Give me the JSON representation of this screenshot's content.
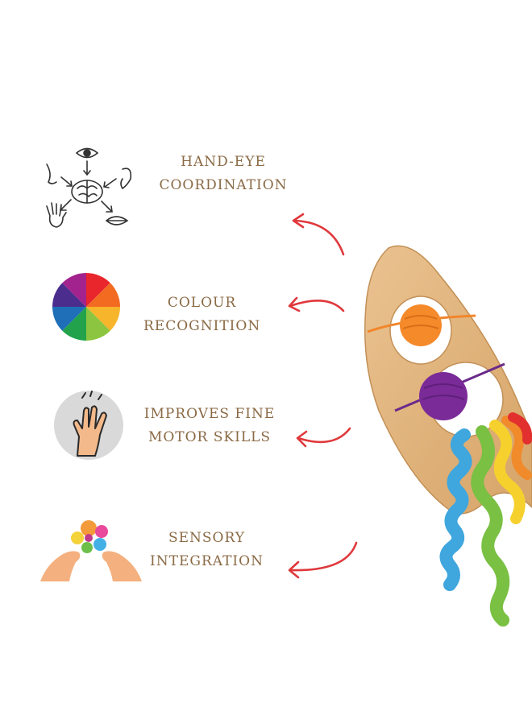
{
  "features": [
    {
      "id": "hand-eye",
      "line1": "HAND-EYE",
      "line2": "COORDINATION",
      "icon": "senses-brain-icon"
    },
    {
      "id": "colour",
      "line1": "COLOUR",
      "line2": "RECOGNITION",
      "icon": "color-wheel-icon"
    },
    {
      "id": "motor",
      "line1": "IMPROVES FINE",
      "line2": "MOTOR SKILLS",
      "icon": "finger-hand-icon"
    },
    {
      "id": "sensory",
      "line1": "SENSORY",
      "line2": "INTEGRATION",
      "icon": "pop-it-hands-icon"
    }
  ],
  "colors": {
    "label_text": "#8a6a45",
    "arrow": "#e0383b",
    "wood": "#e2b67c",
    "background": "#ffffff"
  },
  "product": {
    "icon": "wooden-rocket-teether-icon"
  }
}
